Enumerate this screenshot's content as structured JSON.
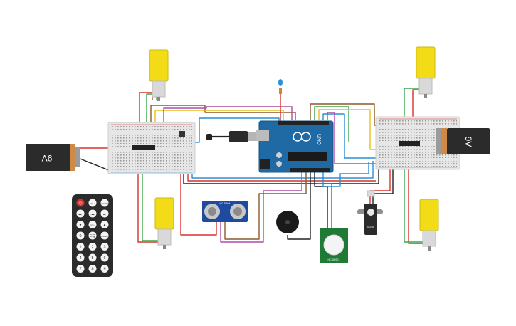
{
  "canvas": {
    "background": "#ffffff"
  },
  "colors": {
    "breadboard": "#e6e6e6",
    "arduino": "#1f6aa5",
    "battery_body": "#2b2b2b",
    "battery_cap": "#d08a47",
    "motor": "#f2dc18",
    "remote": "#2b2b2b",
    "sensor_board": "#1e4aa0",
    "pir_board": "#1f7a35",
    "wire_red": "#d9302a",
    "wire_black": "#222222",
    "wire_green": "#3aa548",
    "wire_yellow": "#e3c21a",
    "wire_blue": "#2a8fd6",
    "wire_brown": "#8b5a2b",
    "wire_purple": "#b24aa8"
  },
  "battery_left": {
    "label": "9V"
  },
  "battery_right": {
    "label": "9V"
  },
  "arduino": {
    "brand": "UNO"
  },
  "remote": {
    "keys": [
      "VOL+",
      "FUNC STOP",
      "▶▶|",
      "|◀◀",
      "▶||",
      "▼",
      "VOL-",
      "▲",
      "0",
      "EQ",
      "ST/REPT",
      "1",
      "2",
      "3",
      "4",
      "5",
      "6",
      "7",
      "8",
      "9"
    ]
  },
  "ultrasonic": {
    "label": "HC-SR04"
  },
  "servo": {
    "label": "SG90"
  },
  "pir": {
    "label": "HC-SR501"
  }
}
